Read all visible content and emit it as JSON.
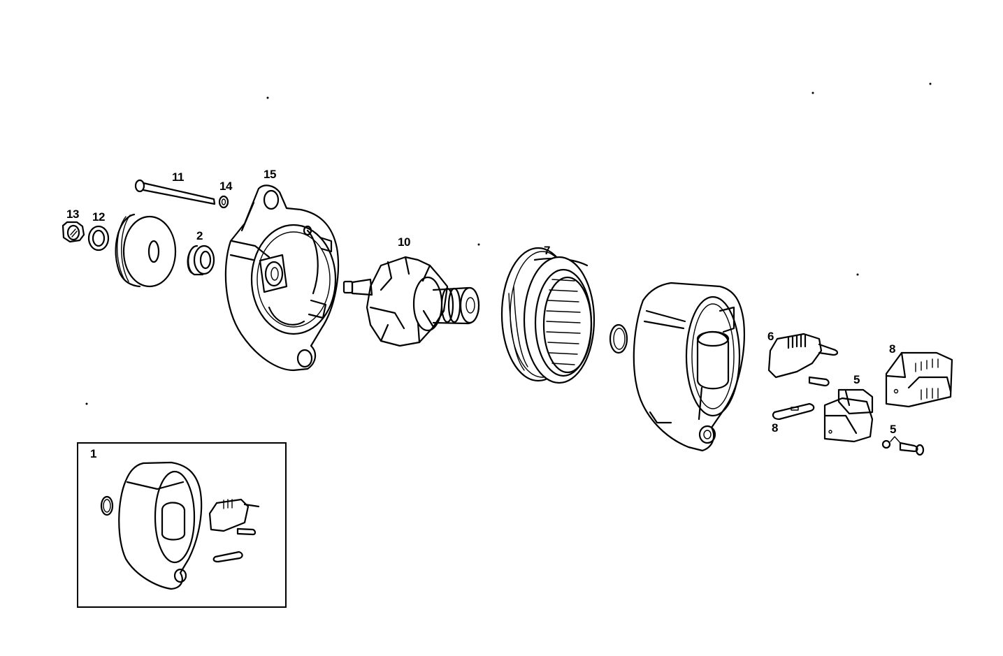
{
  "diagram": {
    "type": "exploded-parts-diagram",
    "subject": "alternator",
    "callouts": [
      {
        "id": "c1",
        "label": "1",
        "part": "rear-housing-assembly-inset"
      },
      {
        "id": "c2",
        "label": "2",
        "part": "spacer-bushing"
      },
      {
        "id": "c5a",
        "label": "5",
        "part": "brush-holder"
      },
      {
        "id": "c5b",
        "label": "5",
        "part": "screw-and-washer"
      },
      {
        "id": "c6",
        "label": "6",
        "part": "voltage-regulator"
      },
      {
        "id": "c7",
        "label": "7",
        "part": "stator"
      },
      {
        "id": "c8a",
        "label": "8",
        "part": "rectifier-plate"
      },
      {
        "id": "c8b",
        "label": "8",
        "part": "rectifier-bridge"
      },
      {
        "id": "c10",
        "label": "10",
        "part": "rotor"
      },
      {
        "id": "c11",
        "label": "11",
        "part": "through-bolt"
      },
      {
        "id": "c12",
        "label": "12",
        "part": "washer"
      },
      {
        "id": "c13",
        "label": "13",
        "part": "nut"
      },
      {
        "id": "c14",
        "label": "14",
        "part": "small-washer"
      },
      {
        "id": "c15",
        "label": "15",
        "part": "front-housing"
      }
    ],
    "inset": {
      "label": "1"
    }
  }
}
